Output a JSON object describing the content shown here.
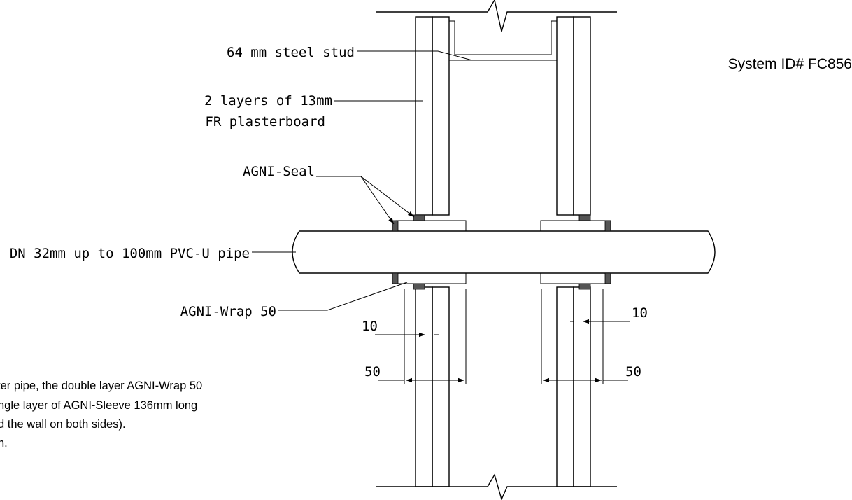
{
  "system_id": "System ID# FC856",
  "labels": {
    "steel_stud": "64 mm steel stud",
    "plasterboard_line1": "2 layers of 13mm",
    "plasterboard_line2": "FR plasterboard",
    "seal": "AGNI-Seal",
    "pipe": "DN 32mm up to 100mm PVC-U pipe",
    "wrap": "AGNI-Wrap 50"
  },
  "dimensions": {
    "left_ten": "10",
    "left_fifty": "50",
    "right_ten": "10",
    "right_fifty": "50"
  },
  "note_lines": [
    "ter pipe, the double layer AGNI-Wrap 50",
    "ngle layer of AGNI-Sleeve 136mm long",
    "d the wall on both sides).",
    "n."
  ],
  "colors": {
    "line": "#000000",
    "hatch_fill": "#c8c8c8",
    "background": "#ffffff"
  }
}
